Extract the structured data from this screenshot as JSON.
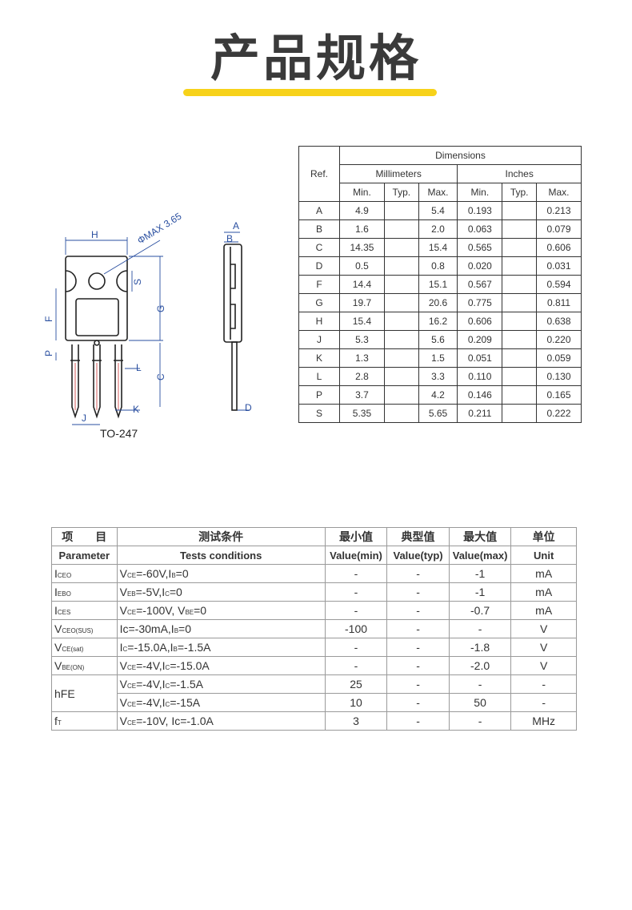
{
  "title": "产品规格",
  "drawing": {
    "package": "TO-247",
    "diameter_label": "ΦMAX 3.65",
    "labels": {
      "H": "H",
      "S": "S",
      "G": "G",
      "F": "F",
      "P": "P",
      "L": "L",
      "C": "C",
      "J": "J",
      "K": "K",
      "A": "A",
      "B": "B",
      "D": "D"
    }
  },
  "dimensions": {
    "header": {
      "ref": "Ref.",
      "dimensions": "Dimensions",
      "mm": "Millimeters",
      "inches": "Inches",
      "min": "Min.",
      "typ": "Typ.",
      "max": "Max."
    },
    "rows": [
      [
        "A",
        "4.9",
        "",
        "5.4",
        "0.193",
        "",
        "0.213"
      ],
      [
        "B",
        "1.6",
        "",
        "2.0",
        "0.063",
        "",
        "0.079"
      ],
      [
        "C",
        "14.35",
        "",
        "15.4",
        "0.565",
        "",
        "0.606"
      ],
      [
        "D",
        "0.5",
        "",
        "0.8",
        "0.020",
        "",
        "0.031"
      ],
      [
        "F",
        "14.4",
        "",
        "15.1",
        "0.567",
        "",
        "0.594"
      ],
      [
        "G",
        "19.7",
        "",
        "20.6",
        "0.775",
        "",
        "0.811"
      ],
      [
        "H",
        "15.4",
        "",
        "16.2",
        "0.606",
        "",
        "0.638"
      ],
      [
        "J",
        "5.3",
        "",
        "5.6",
        "0.209",
        "",
        "0.220"
      ],
      [
        "K",
        "1.3",
        "",
        "1.5",
        "0.051",
        "",
        "0.059"
      ],
      [
        "L",
        "2.8",
        "",
        "3.3",
        "0.110",
        "",
        "0.130"
      ],
      [
        "P",
        "3.7",
        "",
        "4.2",
        "0.146",
        "",
        "0.165"
      ],
      [
        "S",
        "5.35",
        "",
        "5.65",
        "0.211",
        "",
        "0.222"
      ]
    ]
  },
  "spec": {
    "header_cn": [
      "项　　目",
      "测试条件",
      "最小值",
      "典型值",
      "最大值",
      "单位"
    ],
    "header_en": [
      "Parameter",
      "Tests conditions",
      "Value(min)",
      "Value(typ)",
      "Value(max)",
      "Unit"
    ],
    "rows": [
      {
        "p": [
          [
            "I",
            ""
          ],
          [
            "CEO",
            "s"
          ]
        ],
        "c": [
          [
            "V",
            ""
          ],
          [
            "CE",
            "s"
          ],
          [
            "=-60V,I",
            ""
          ],
          [
            "B",
            "s"
          ],
          [
            "=0",
            ""
          ]
        ],
        "min": "-",
        "typ": "-",
        "max": "-1",
        "unit": "mA"
      },
      {
        "p": [
          [
            "I",
            ""
          ],
          [
            "EBO",
            "s"
          ]
        ],
        "c": [
          [
            "V",
            ""
          ],
          [
            "EB",
            "s"
          ],
          [
            "=-5V,I",
            ""
          ],
          [
            "C",
            "s"
          ],
          [
            "=0",
            ""
          ]
        ],
        "min": "-",
        "typ": "-",
        "max": "-1",
        "unit": "mA"
      },
      {
        "p": [
          [
            "I",
            ""
          ],
          [
            "CES",
            "s"
          ]
        ],
        "c": [
          [
            "V",
            ""
          ],
          [
            "CE",
            "s"
          ],
          [
            "=-100V, V",
            ""
          ],
          [
            "BE",
            "s"
          ],
          [
            "=0",
            ""
          ]
        ],
        "min": "-",
        "typ": "-",
        "max": "-0.7",
        "unit": "mA"
      },
      {
        "p": [
          [
            "V",
            ""
          ],
          [
            "CEO(SUS)",
            "s"
          ]
        ],
        "c": [
          [
            "Ic=-30mA,I",
            ""
          ],
          [
            "B",
            "s"
          ],
          [
            "=0",
            ""
          ]
        ],
        "min": "-100",
        "typ": "-",
        "max": "-",
        "unit": "V"
      },
      {
        "p": [
          [
            "V",
            ""
          ],
          [
            "CE(sat)",
            "s"
          ]
        ],
        "c": [
          [
            "I",
            ""
          ],
          [
            "C",
            "s"
          ],
          [
            "=-15.0A,I",
            ""
          ],
          [
            "B",
            "s"
          ],
          [
            "=-1.5A",
            ""
          ]
        ],
        "min": "-",
        "typ": "-",
        "max": "-1.8",
        "unit": "V"
      },
      {
        "p": [
          [
            "V",
            ""
          ],
          [
            "BE(ON)",
            "s"
          ]
        ],
        "c": [
          [
            "V",
            ""
          ],
          [
            "CE",
            "s"
          ],
          [
            "=-4V,I",
            ""
          ],
          [
            "C",
            "s"
          ],
          [
            "=-15.0A",
            ""
          ]
        ],
        "min": "-",
        "typ": "-",
        "max": "-2.0",
        "unit": "V"
      },
      {
        "p": [
          [
            "hFE",
            ""
          ]
        ],
        "span": 2,
        "c": [
          [
            "V",
            ""
          ],
          [
            "CE",
            "s"
          ],
          [
            "=-4V,I",
            ""
          ],
          [
            "C",
            "s"
          ],
          [
            "=-1.5A",
            ""
          ]
        ],
        "min": "25",
        "typ": "-",
        "max": "-",
        "unit": "-"
      },
      {
        "c": [
          [
            "V",
            ""
          ],
          [
            "CE",
            "s"
          ],
          [
            "=-4V,I",
            ""
          ],
          [
            "C",
            "s"
          ],
          [
            "=-15A",
            ""
          ]
        ],
        "min": "10",
        "typ": "-",
        "max": "50",
        "unit": "-"
      },
      {
        "p": [
          [
            "f",
            ""
          ],
          [
            "T",
            "s"
          ]
        ],
        "c": [
          [
            "V",
            ""
          ],
          [
            "CE",
            "s"
          ],
          [
            "=-10V, Ic=-1.0A",
            ""
          ]
        ],
        "min": "3",
        "typ": "-",
        "max": "-",
        "unit": "MHz"
      }
    ]
  }
}
